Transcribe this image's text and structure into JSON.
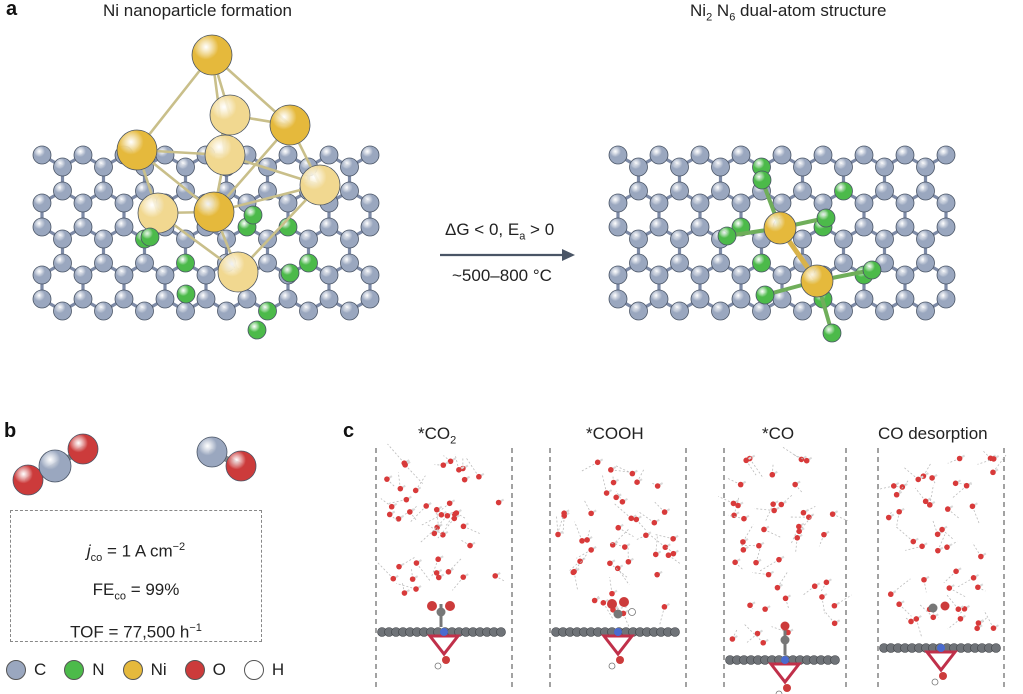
{
  "panel_a": {
    "letter": "a",
    "left_title": "Ni nanoparticle formation",
    "right_title_main": "Ni",
    "right_title_sub1": "2",
    "right_title_mid": " N",
    "right_title_sub2": "6",
    "right_title_rest": "  dual-atom structure",
    "arrow_top_1": "ΔG < 0, E",
    "arrow_top_sub": "a",
    "arrow_top_2": " > 0",
    "arrow_bottom": "~500–800 °C"
  },
  "panel_b": {
    "letter": "b",
    "j_label": "j",
    "j_sub": "co",
    "j_value": " = 1 A cm",
    "j_sup": "−2",
    "fe_label": "FE",
    "fe_sub": "co",
    "fe_value": " = 99%",
    "tof_label": "TOF = 77,500 h",
    "tof_sup": "−1"
  },
  "panel_c": {
    "letter": "c",
    "states": [
      {
        "label": "*CO",
        "sub": "2"
      },
      {
        "label": "*COOH",
        "sub": ""
      },
      {
        "label": "*CO",
        "sub": ""
      },
      {
        "label": "CO desorption",
        "sub": ""
      }
    ]
  },
  "legend": [
    {
      "symbol": "C",
      "color": "#9aa7bf"
    },
    {
      "symbol": "N",
      "color": "#4cba4a"
    },
    {
      "symbol": "Ni",
      "color": "#e5b93c"
    },
    {
      "symbol": "O",
      "color": "#cc3b3b"
    },
    {
      "symbol": "H",
      "color": "#ffffff"
    }
  ],
  "colors": {
    "carbon": "#9aa7bf",
    "nitrogen": "#4cba4a",
    "nickel": "#e5b93c",
    "nickel_light": "#f1d890",
    "oxygen": "#cc3b3b",
    "bond": "#7d8aa6"
  }
}
